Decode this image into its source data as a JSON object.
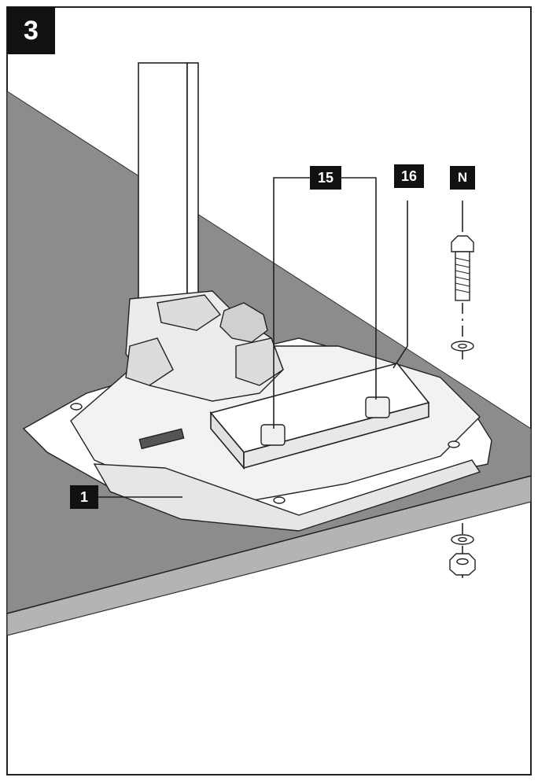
{
  "step": {
    "number": "3"
  },
  "callouts": {
    "part_15": "15",
    "part_16": "16",
    "part_N": "N",
    "part_1": "1"
  },
  "colors": {
    "tabletop": "#8c8c8c",
    "table_edge": "#b4b4b4",
    "line": "#222222",
    "badge": "#111111"
  }
}
